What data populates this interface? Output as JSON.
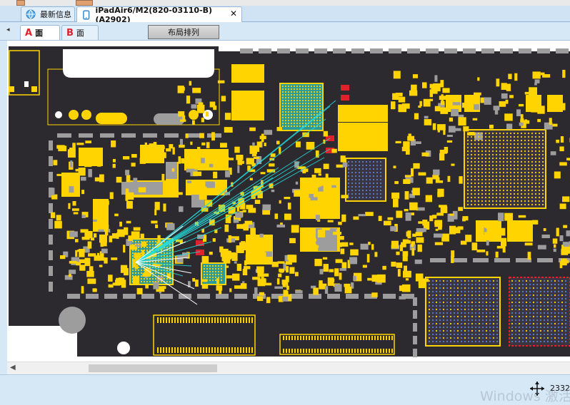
{
  "tabs": [
    {
      "label": "最新信息",
      "icon": "globe-icon",
      "active": false
    },
    {
      "label": "iPadAir6/M2(820-03110-B)(A2902)",
      "icon": "tablet-icon",
      "active": true,
      "close": "✕"
    }
  ],
  "board_sides": [
    {
      "letter": "A",
      "label": "面",
      "active": true
    },
    {
      "letter": "B",
      "label": "面",
      "active": false
    }
  ],
  "toolbar": {
    "layout_button": "布局排列",
    "nav_arrow": "◂"
  },
  "status": {
    "coordinate": "2332"
  },
  "watermark": "Windows 激活",
  "colors": {
    "board": "#2d2a2f",
    "pad": "#ffd400",
    "net": "#22e0e0",
    "bga": "#2a9a9a",
    "grey": "#9d9d9d"
  }
}
